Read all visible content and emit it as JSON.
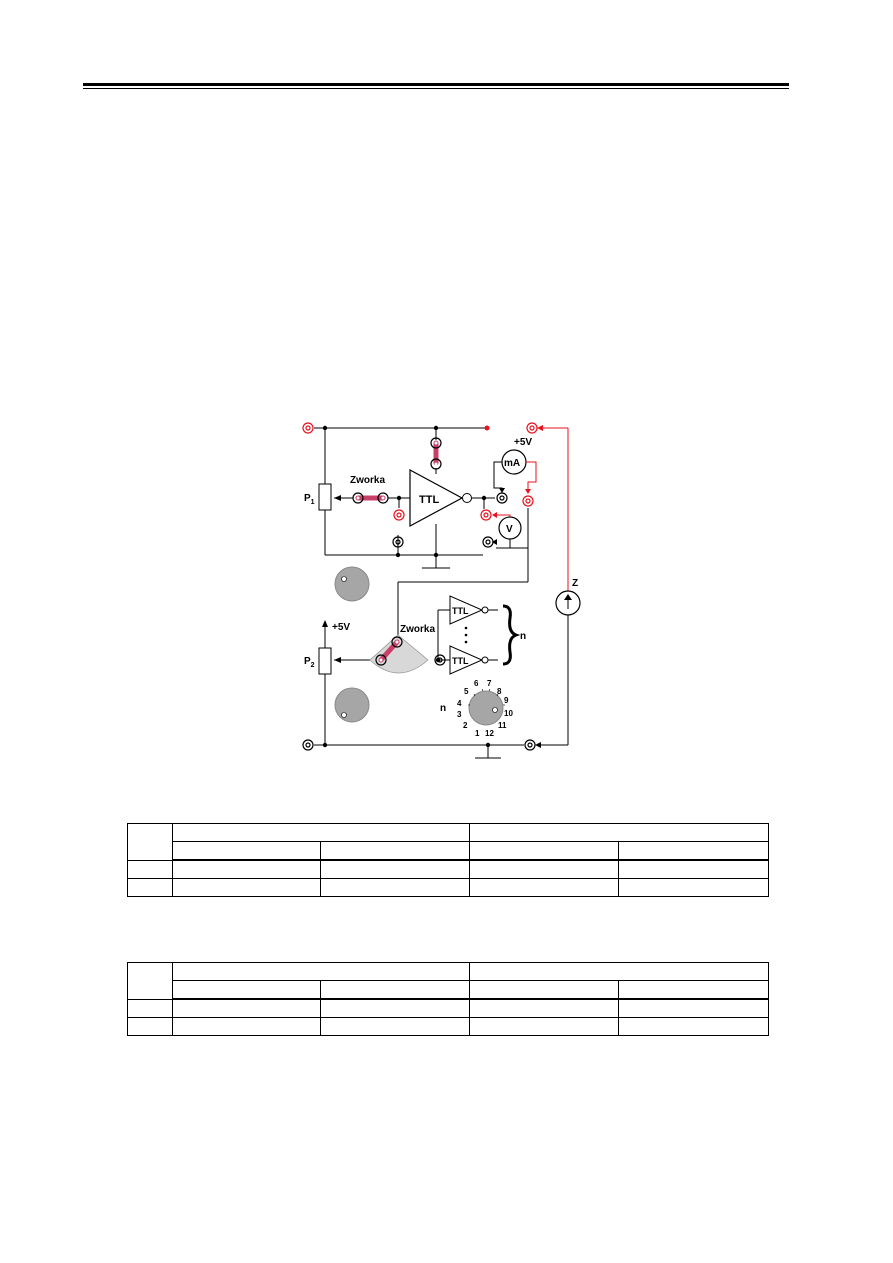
{
  "circuit": {
    "labels": {
      "zworka_top": "Zworka",
      "zworka_bottom": "Zworka",
      "ttl_main": "TTL",
      "ttl_gate_1": "TTL",
      "ttl_gate_2": "TTL",
      "plus5v_top": "+5V",
      "plus5v_bottom": "+5V",
      "ammeter": "mA",
      "voltmeter": "V",
      "p1": "P",
      "p1_sub": "1",
      "p2": "P",
      "p2_sub": "2",
      "z": "Z",
      "n_brace": "n",
      "n_knob": "n"
    },
    "dial_numbers": [
      "1",
      "2",
      "3",
      "4",
      "5",
      "6",
      "7",
      "8",
      "9",
      "10",
      "11",
      "12"
    ]
  },
  "tables": [
    {
      "rows": 4,
      "columns": 5
    },
    {
      "rows": 4,
      "columns": 5
    }
  ],
  "colors": {
    "red": "#e8121e",
    "link": "#c8406a",
    "knob": "#a6a6a6"
  }
}
